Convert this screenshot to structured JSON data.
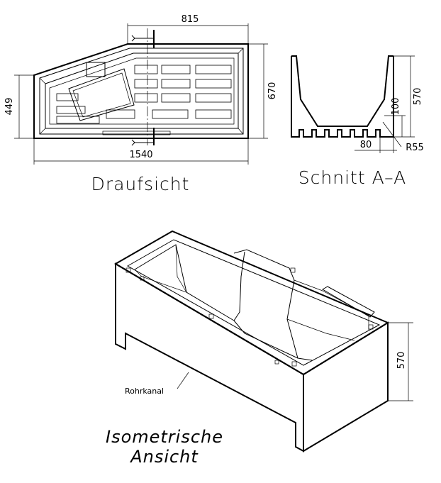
{
  "plan_view": {
    "title": "Draufsicht",
    "dim_top": "815",
    "dim_right": "670",
    "dim_left": "449",
    "dim_bottom": "1540"
  },
  "section_view": {
    "title": "Schnitt A–A",
    "dim_height": "570",
    "dim_base": "100",
    "dim_width": "80",
    "dim_radius": "R55"
  },
  "iso_view": {
    "title_line1": "Isometrische",
    "title_line2": "Ansicht",
    "dim_height": "570",
    "label_channel": "Rohrkanal"
  }
}
